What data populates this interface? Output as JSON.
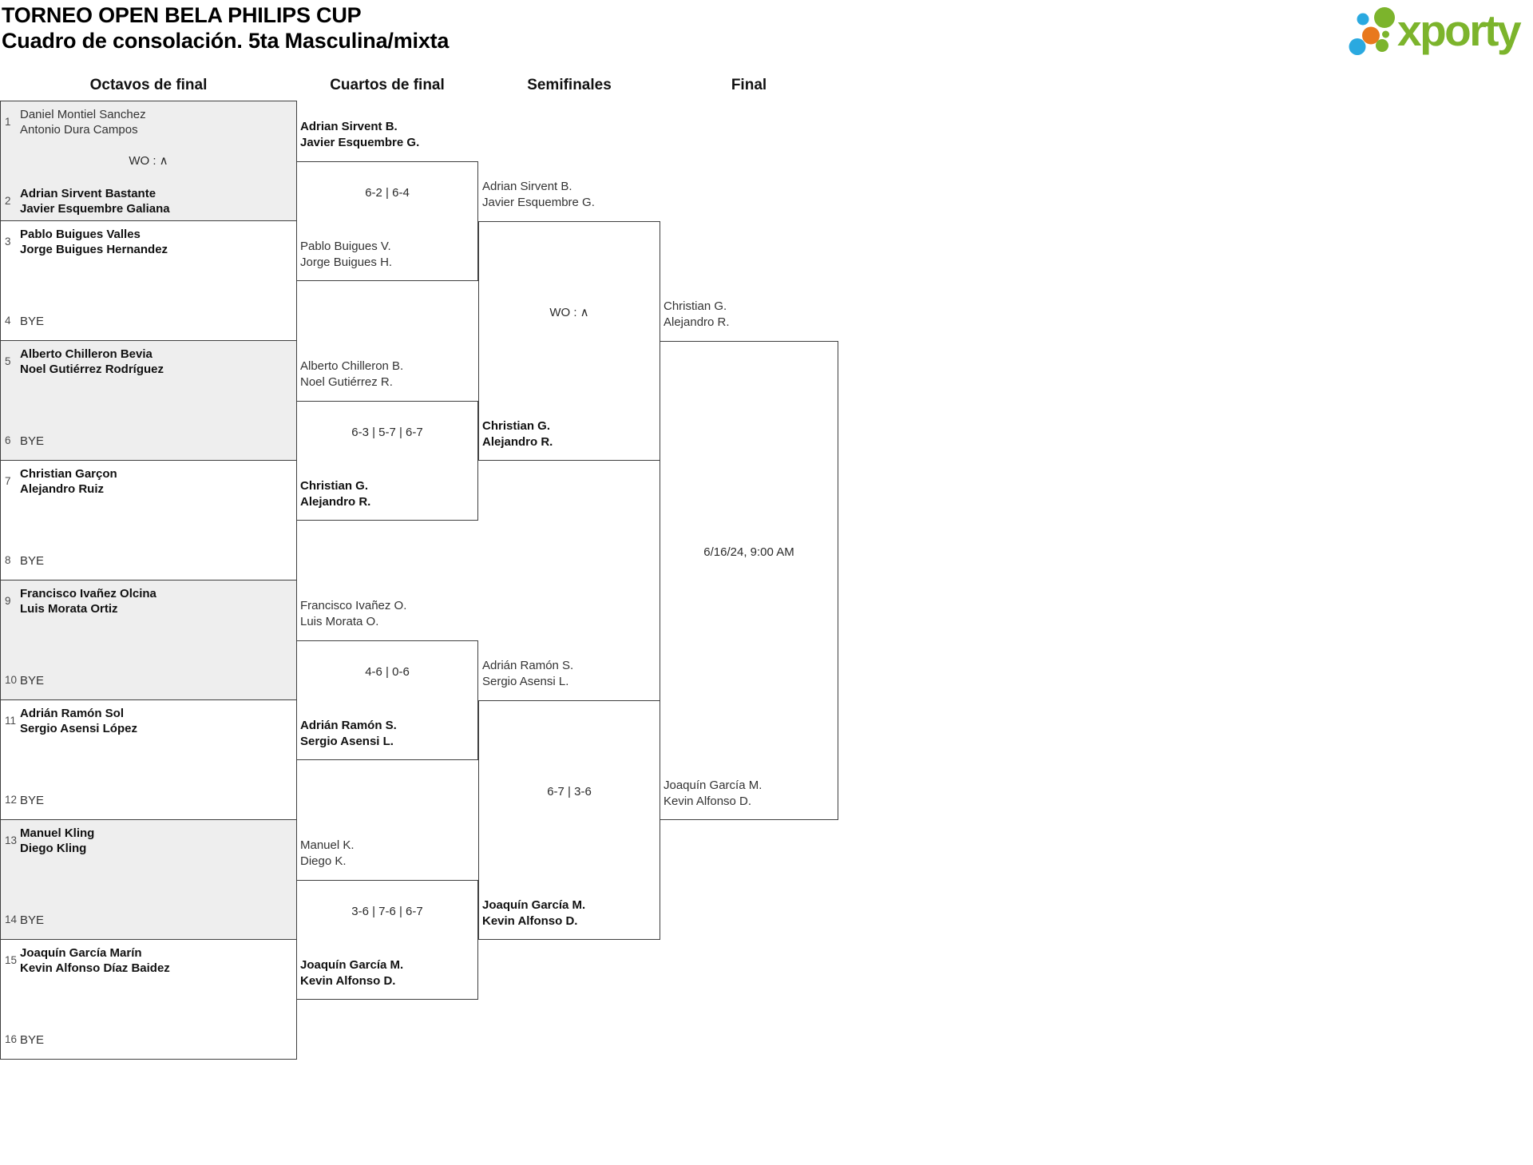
{
  "title": {
    "line1": "TORNEO OPEN BELA PHILIPS CUP",
    "line2": "Cuadro de consolación. 5ta Masculina/mixta"
  },
  "logo": {
    "brand": "xporty",
    "green": "#7cb42c",
    "blue": "#2aa9e0",
    "orange": "#e8791d"
  },
  "headers": {
    "octavos": "Octavos de final",
    "cuartos": "Cuartos de final",
    "semifinales": "Semifinales",
    "final": "Final"
  },
  "octavos": [
    {
      "top_seed": "1",
      "top1": "Daniel Montiel Sanchez",
      "top2": "Antonio Dura Campos",
      "result": "WO : ∧",
      "bot_seed": "2",
      "bot1": "Adrian Sirvent Bastante",
      "bot2": "Javier Esquembre Galiana"
    },
    {
      "top_seed": "3",
      "top1": "Pablo Buigues Valles",
      "top2": "Jorge Buigues Hernandez",
      "bot_seed": "4",
      "bot1": "BYE"
    },
    {
      "top_seed": "5",
      "top1": "Alberto Chilleron Bevia",
      "top2": "Noel Gutiérrez Rodríguez",
      "bot_seed": "6",
      "bot1": "BYE"
    },
    {
      "top_seed": "7",
      "top1": "Christian Garçon",
      "top2": "Alejandro Ruiz",
      "bot_seed": "8",
      "bot1": "BYE"
    },
    {
      "top_seed": "9",
      "top1": "Francisco Ivañez Olcina",
      "top2": "Luis Morata Ortiz",
      "bot_seed": "10",
      "bot1": "BYE"
    },
    {
      "top_seed": "11",
      "top1": "Adrián Ramón Sol",
      "top2": "Sergio Asensi López",
      "bot_seed": "12",
      "bot1": "BYE"
    },
    {
      "top_seed": "13",
      "top1": "Manuel Kling",
      "top2": "Diego Kling",
      "bot_seed": "14",
      "bot1": "BYE"
    },
    {
      "top_seed": "15",
      "top1": "Joaquín García Marín",
      "top2": "Kevin Alfonso Díaz Baidez",
      "bot_seed": "16",
      "bot1": "BYE"
    }
  ],
  "cuartos": [
    {
      "top1": "Adrian Sirvent B.",
      "top2": "Javier Esquembre G.",
      "score": "6-2 | 6-4",
      "bot1": "Pablo Buigues V.",
      "bot2": "Jorge Buigues H."
    },
    {
      "top1": "Alberto Chilleron B.",
      "top2": "Noel Gutiérrez R.",
      "score": "6-3 | 5-7 | 6-7",
      "bot1": "Christian G.",
      "bot2": "Alejandro R."
    },
    {
      "top1": "Francisco Ivañez O.",
      "top2": "Luis Morata O.",
      "score": "4-6 | 0-6",
      "bot1": "Adrián Ramón S.",
      "bot2": "Sergio Asensi L."
    },
    {
      "top1": "Manuel K.",
      "top2": "Diego K.",
      "score": "3-6 | 7-6 | 6-7",
      "bot1": "Joaquín García M.",
      "bot2": "Kevin Alfonso D."
    }
  ],
  "semifinales": [
    {
      "top1": "Adrian Sirvent B.",
      "top2": "Javier Esquembre G.",
      "score": "WO : ∧",
      "bot1": "Christian G.",
      "bot2": "Alejandro R."
    },
    {
      "top1": "Adrián Ramón S.",
      "top2": "Sergio Asensi L.",
      "score": "6-7 | 3-6",
      "bot1": "Joaquín García M.",
      "bot2": "Kevin Alfonso D."
    }
  ],
  "final": {
    "top1": "Christian G.",
    "top2": "Alejandro R.",
    "schedule": "6/16/24, 9:00 AM",
    "bot1": "Joaquín García M.",
    "bot2": "Kevin Alfonso D."
  }
}
